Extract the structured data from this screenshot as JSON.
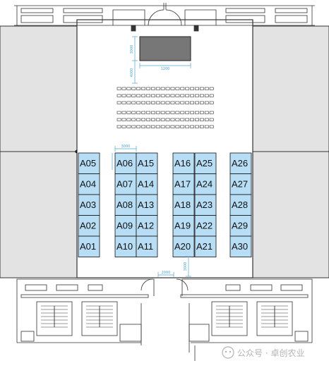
{
  "colors": {
    "booth_fill": "#b7def5",
    "booth_stroke": "#111111",
    "side_room": "#e3e3e3",
    "wall": "#333333",
    "dimension": "#4aa6d6",
    "screen": "#777777"
  },
  "booths": [
    {
      "id": "A05",
      "col": 0,
      "row": 0
    },
    {
      "id": "A04",
      "col": 0,
      "row": 1
    },
    {
      "id": "A03",
      "col": 0,
      "row": 2
    },
    {
      "id": "A02",
      "col": 0,
      "row": 3
    },
    {
      "id": "A01",
      "col": 0,
      "row": 4
    },
    {
      "id": "A06",
      "col": 1,
      "row": 0
    },
    {
      "id": "A07",
      "col": 1,
      "row": 1
    },
    {
      "id": "A08",
      "col": 1,
      "row": 2
    },
    {
      "id": "A09",
      "col": 1,
      "row": 3
    },
    {
      "id": "A10",
      "col": 1,
      "row": 4
    },
    {
      "id": "A15",
      "col": 2,
      "row": 0
    },
    {
      "id": "A14",
      "col": 2,
      "row": 1
    },
    {
      "id": "A13",
      "col": 2,
      "row": 2
    },
    {
      "id": "A12",
      "col": 2,
      "row": 3
    },
    {
      "id": "A11",
      "col": 2,
      "row": 4
    },
    {
      "id": "A16",
      "col": 3,
      "row": 0
    },
    {
      "id": "A17",
      "col": 3,
      "row": 1
    },
    {
      "id": "A18",
      "col": 3,
      "row": 2
    },
    {
      "id": "A19",
      "col": 3,
      "row": 3
    },
    {
      "id": "A20",
      "col": 3,
      "row": 4
    },
    {
      "id": "A25",
      "col": 4,
      "row": 0
    },
    {
      "id": "A24",
      "col": 4,
      "row": 1
    },
    {
      "id": "A23",
      "col": 4,
      "row": 2
    },
    {
      "id": "A22",
      "col": 4,
      "row": 3
    },
    {
      "id": "A21",
      "col": 4,
      "row": 4
    },
    {
      "id": "A26",
      "col": 5,
      "row": 0
    },
    {
      "id": "A27",
      "col": 5,
      "row": 1
    },
    {
      "id": "A28",
      "col": 5,
      "row": 2
    },
    {
      "id": "A29",
      "col": 5,
      "row": 3
    },
    {
      "id": "A30",
      "col": 5,
      "row": 4
    }
  ],
  "seating": {
    "blocks": 2,
    "rows_per_block": 3,
    "seats_per_row": 20
  },
  "dimensions": {
    "booth_width": "3000",
    "screen_width": "1200",
    "screen_depth": "3000",
    "stage_depth": "4000",
    "aisle_depth": "3000",
    "entrance_width": "2000"
  },
  "watermark": {
    "text": "公众号 · 卓创农业"
  }
}
